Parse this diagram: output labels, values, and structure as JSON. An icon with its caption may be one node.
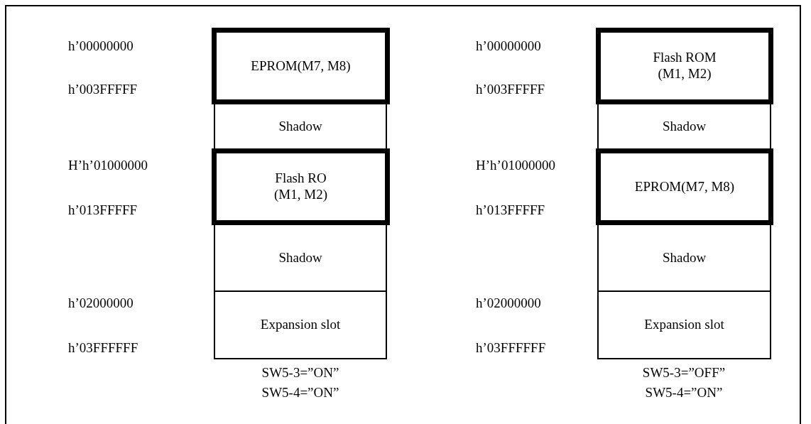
{
  "diagram": {
    "nodes": [
      {
        "text": [
          "EPROM(M7, M8)"
        ]
      },
      {
        "text": [
          "Shadow"
        ]
      },
      {
        "text": [
          "Flash RO (M1, M2)"
        ]
      },
      {
        "text": [
          "Shadow"
        ]
      },
      {
        "text": [
          "Expansion slot"
        ]
      },
      {
        "text": [
          "Flash ROM (M1, M2)"
        ]
      },
      {
        "text": [
          "Shadow"
        ]
      },
      {
        "text": [
          "EPROM(M7, M8)"
        ]
      },
      {
        "text": [
          "Shadow"
        ]
      },
      {
        "text": [
          "Expansion slot"
        ]
      }
    ],
    "labels": [
      "h’00000000",
      "h’003FFFFF",
      "H’h’01000000",
      "h’013FFFFF",
      "h’02000000",
      "h’03FFFFFF",
      "SW5-3=”ON”",
      "SW5-4=”ON”",
      "h’00000000",
      "h’003FFFFF",
      "H’h’01000000",
      "h’013FFFFF",
      "h’02000000",
      "h’03FFFFFF",
      "SW5-3=”OFF”",
      "SW5-4=”ON”"
    ]
  }
}
